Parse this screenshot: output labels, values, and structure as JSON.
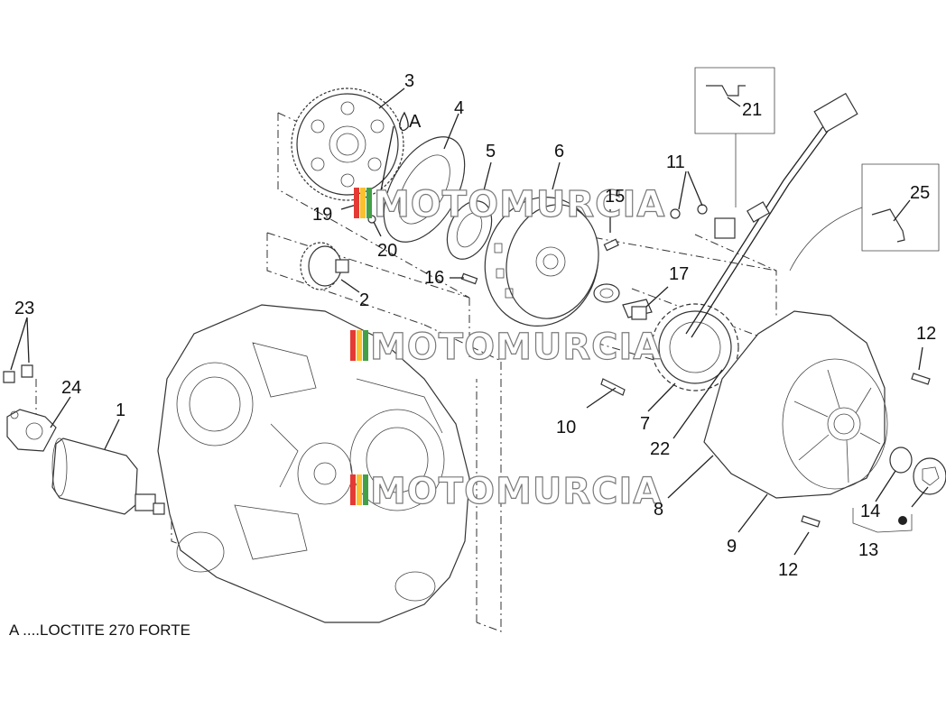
{
  "callouts": [
    "1",
    "2",
    "3",
    "4",
    "5",
    "6",
    "7",
    "8",
    "9",
    "10",
    "11",
    "12",
    "12",
    "13",
    "14",
    "15",
    "16",
    "17",
    "19",
    "20",
    "21",
    "22",
    "23",
    "24",
    "25"
  ],
  "loctite_marker": "A",
  "note": "A ....LOCTITE 270 FORTE",
  "watermark": "MOTOMURCIA",
  "colors": {
    "line": "#222222",
    "background": "#ffffff",
    "watermark_stripe": [
      "#e53935",
      "#fbc02d",
      "#43a047"
    ]
  }
}
